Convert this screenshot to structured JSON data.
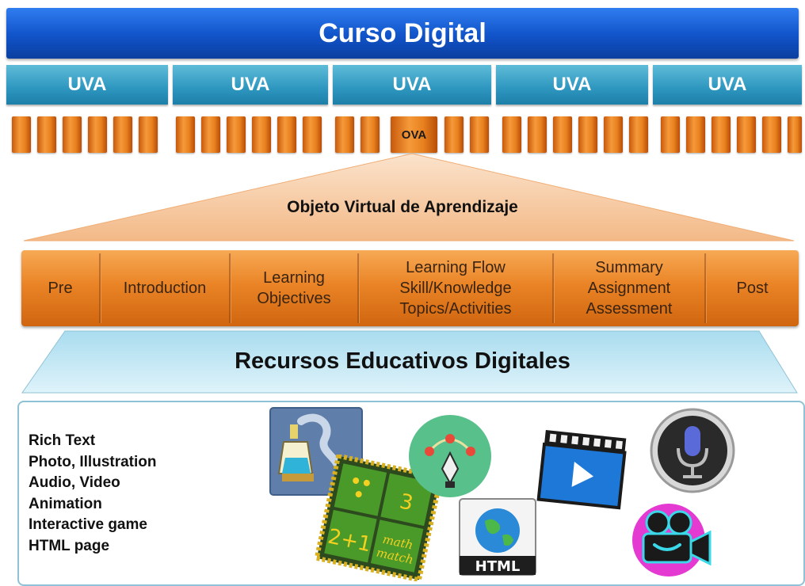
{
  "course": {
    "title": "Curso Digital"
  },
  "units": [
    {
      "label": "UVA"
    },
    {
      "label": "UVA"
    },
    {
      "label": "UVA"
    },
    {
      "label": "UVA"
    },
    {
      "label": "UVA"
    }
  ],
  "object_label": "OVA",
  "ova_title": "Objeto Virtual de Aprendizaje",
  "ova_sections": [
    {
      "lines": [
        "Pre"
      ]
    },
    {
      "lines": [
        "Introduction"
      ]
    },
    {
      "lines": [
        "Learning",
        "Objectives"
      ]
    },
    {
      "lines": [
        "Learning Flow",
        "Skill/Knowledge",
        "Topics/Activities"
      ]
    },
    {
      "lines": [
        "Summary",
        "Assignment",
        "Assessment"
      ]
    },
    {
      "lines": [
        "Post"
      ]
    }
  ],
  "red_title": "Recursos Educativos Digitales",
  "resources": [
    "Rich Text",
    "Photo, Illustration",
    "Audio, Video",
    "Animation",
    "Interactive game",
    "HTML page"
  ],
  "icons": {
    "chemistry_lab": "chemistry-lab-icon",
    "math_game": "math-match-game-icon",
    "math_game_texts": [
      "3",
      "2+1",
      "math",
      "match"
    ],
    "vector_design": "vector-pen-icon",
    "video": "video-clapper-icon",
    "html": "html-globe-icon",
    "html_label": "HTML",
    "audio": "microphone-icon",
    "animation": "movie-camera-icon"
  },
  "colors": {
    "course_blue": "#1153c9",
    "unit_blue": "#2d96bf",
    "object_orange": "#ea8426",
    "triangle_peach": "#f5c9a0",
    "resources_blue": "#bfe6f2"
  }
}
